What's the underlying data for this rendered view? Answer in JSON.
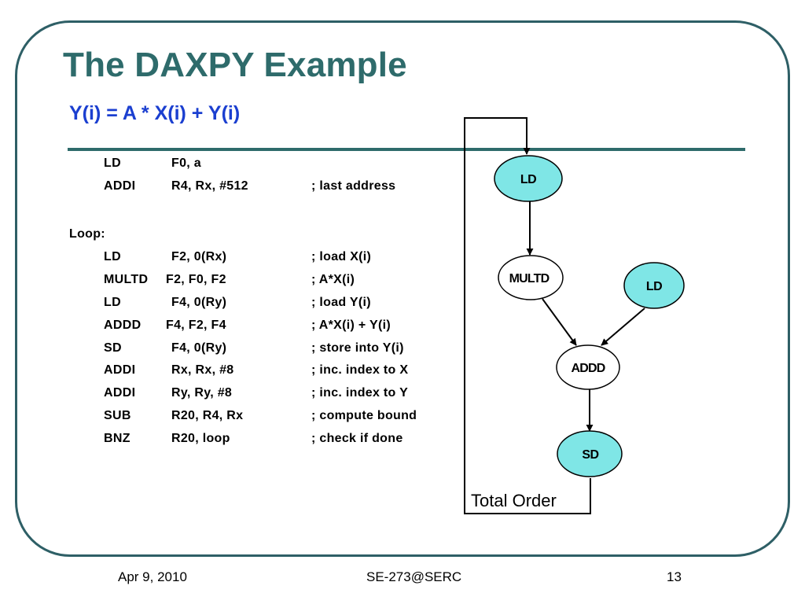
{
  "slide": {
    "title": "The DAXPY Example",
    "subtitle": "Y(i) = A * X(i) + Y(i)"
  },
  "code": {
    "preamble": [
      {
        "op": "LD",
        "args": "F0, a",
        "comment": ""
      },
      {
        "op": "ADDI",
        "args": "R4, Rx, #512",
        "comment": "; last address"
      }
    ],
    "loop_label": "Loop:",
    "loop": [
      {
        "op": "LD",
        "args": "F2, 0(Rx)",
        "comment": "; load X(i)"
      },
      {
        "op": "MULTD",
        "args": "F2, F0, F2",
        "comment": "; A*X(i)"
      },
      {
        "op": "LD",
        "args": "F4, 0(Ry)",
        "comment": "; load Y(i)"
      },
      {
        "op": "ADDD",
        "args": "F4, F2, F4",
        "comment": "; A*X(i) + Y(i)"
      },
      {
        "op": "SD",
        "args": "F4, 0(Ry)",
        "comment": "; store into Y(i)"
      },
      {
        "op": "ADDI",
        "args": "Rx, Rx, #8",
        "comment": "; inc. index to X"
      },
      {
        "op": "ADDI",
        "args": "Ry, Ry, #8",
        "comment": "; inc. index to Y"
      },
      {
        "op": "SUB",
        "args": "R20, R4, Rx",
        "comment": "; compute bound"
      },
      {
        "op": "BNZ",
        "args": "R20, loop",
        "comment": "; check if done"
      }
    ]
  },
  "diagram": {
    "nodes": {
      "ld_top": "LD",
      "multd": "MULTD",
      "ld_right": "LD",
      "addd": "ADDD",
      "sd": "SD"
    },
    "box_label": "Total Order",
    "colors": {
      "highlight_fill": "#7fe6e6",
      "plain_fill": "#ffffff"
    }
  },
  "footer": {
    "date": "Apr 9, 2010",
    "center": "SE-273@SERC",
    "page": "13"
  }
}
